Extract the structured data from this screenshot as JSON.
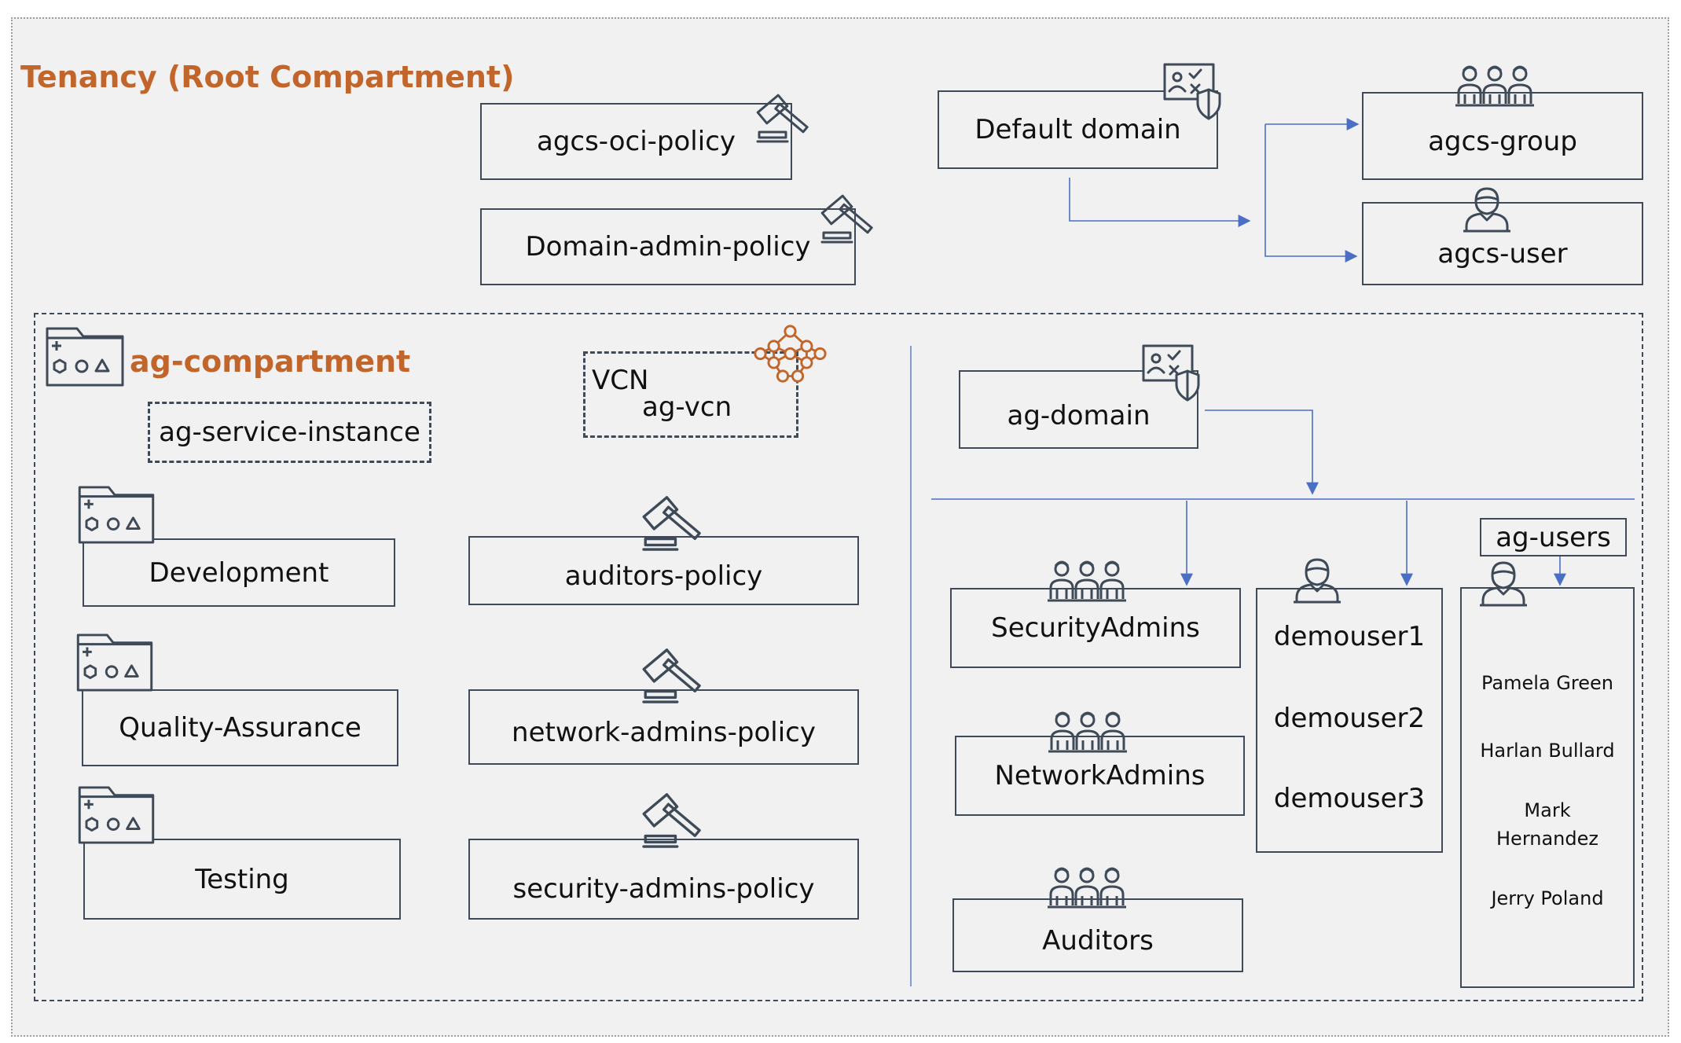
{
  "tenancy": {
    "title": "Tenancy (Root Compartment)",
    "policies": [
      "agcs-oci-policy",
      "Domain-admin-policy"
    ],
    "default_domain": "Default domain",
    "group": "agcs-group",
    "user": "agcs-user"
  },
  "compartment": {
    "title": "ag-compartment",
    "service_instance": "ag-service-instance",
    "vcn_label": "VCN",
    "vcn_name": "ag-vcn",
    "sub_compartments": [
      "Development",
      "Quality-Assurance",
      "Testing"
    ],
    "policies": [
      "auditors-policy",
      "network-admins-policy",
      "security-admins-policy"
    ],
    "domain": "ag-domain",
    "groups": [
      "SecurityAdmins",
      "NetworkAdmins",
      "Auditors"
    ],
    "demo_users": [
      "demouser1",
      "demouser2",
      "demouser3"
    ],
    "users_label": "ag-users",
    "users": [
      "Pamela Green",
      "Harlan Bullard",
      "Mark Hernandez",
      "Jerry Poland"
    ]
  },
  "colors": {
    "title": "#c1652b",
    "box_border": "#3e4a58",
    "arrow": "#4a6fc4",
    "background": "#f1f1f1",
    "vcn_icon": "#c1652b"
  },
  "icons": [
    "gavel-icon",
    "identity-domain-icon",
    "group-icon",
    "user-icon",
    "compartment-folder-icon",
    "vcn-network-icon"
  ]
}
